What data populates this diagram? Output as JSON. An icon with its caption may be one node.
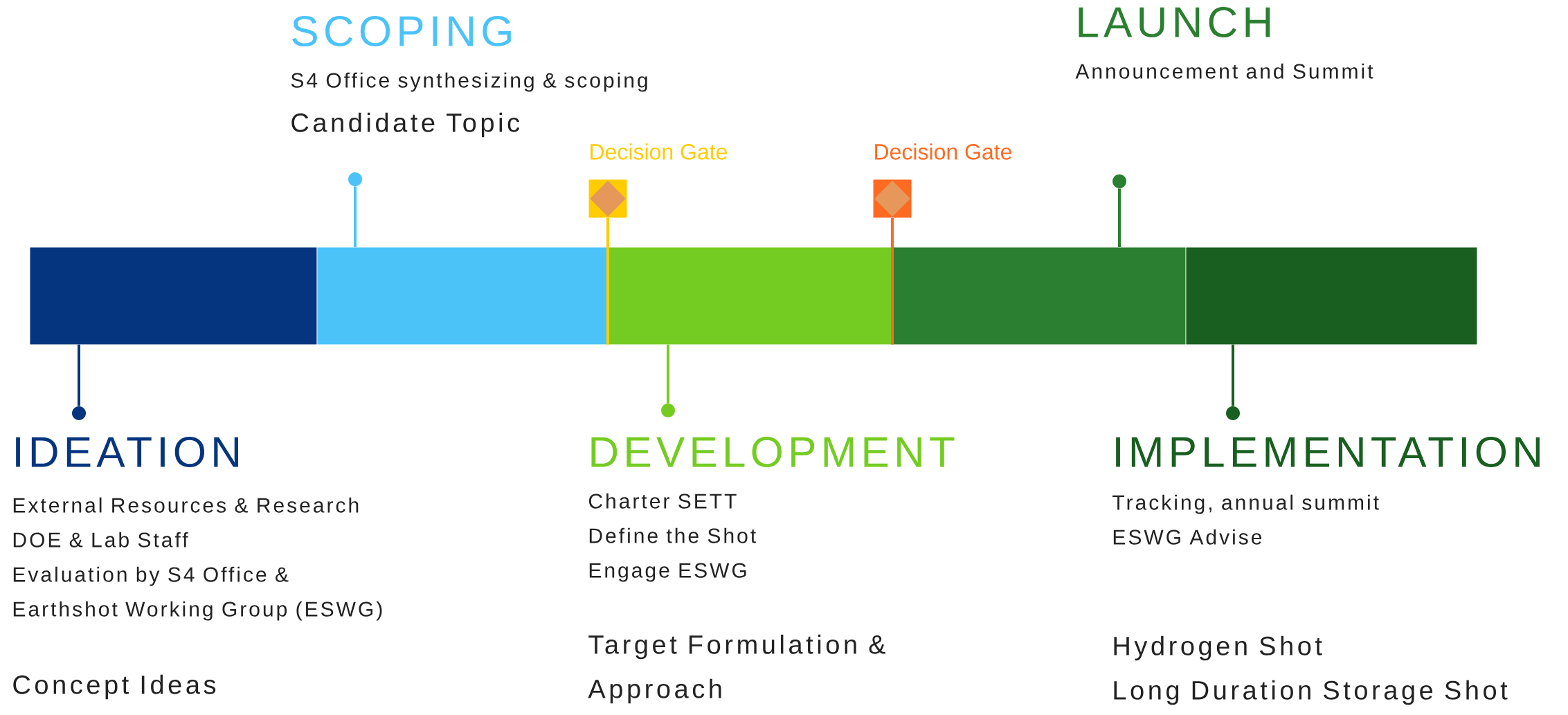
{
  "diagram": {
    "nodes": [
      {
        "text": [],
        "shape": "bar"
      },
      {
        "text": [],
        "shape": "bar"
      },
      {
        "text": [],
        "shape": "bar"
      },
      {
        "text": [],
        "shape": "bar"
      },
      {
        "text": [],
        "shape": "bar"
      },
      {
        "text": [
          "SCOPING",
          "S4 Office synthesizing & scoping",
          "Candidate Topic"
        ]
      },
      {
        "text": [
          "Decision Gate"
        ]
      },
      {
        "text": [
          "Decision Gate"
        ]
      },
      {
        "text": [
          "LAUNCH",
          "Announcement and Summit"
        ]
      },
      {
        "text": [
          "IDEATION",
          "External Resources & Research",
          "DOE & Lab Staff",
          "Evaluation by S4 Office & Earthshot Working Group (ESWG)",
          "Concept Ideas"
        ]
      },
      {
        "text": [
          "DEVELOPMENT",
          "Charter SETT",
          "Define the Shot",
          "Engage ESWG",
          "Target Formulation & Approach"
        ]
      },
      {
        "text": [
          "IMPLEMENTATION",
          "Tracking, annual summit",
          "ESWG Advise",
          "Hydrogen Shot",
          "Long Duration Storage Shot"
        ]
      },
      {
        "text": [],
        "shape": "circle"
      },
      {
        "text": [],
        "shape": "circle"
      },
      {
        "text": [],
        "shape": "circle"
      },
      {
        "text": [],
        "shape": "circle"
      },
      {
        "text": [],
        "shape": "circle"
      }
    ],
    "edges": [
      {
        "from": 13,
        "to": 1,
        "arrow": "none",
        "color": "#4bc3f9"
      },
      {
        "from": 6,
        "to": 2,
        "arrow": "none",
        "color": "#ffcc00"
      },
      {
        "from": 7,
        "to": 3,
        "arrow": "none",
        "color": "#ff6a22"
      },
      {
        "from": 15,
        "to": 3,
        "arrow": "none",
        "color": "#2b7f31"
      },
      {
        "from": 12,
        "to": 0,
        "arrow": "none",
        "color": "#05357f"
      },
      {
        "from": 14,
        "to": 2,
        "arrow": "none",
        "color": "#74cc22"
      },
      {
        "from": 16,
        "to": 4,
        "arrow": "none",
        "color": "#185f20"
      }
    ]
  }
}
